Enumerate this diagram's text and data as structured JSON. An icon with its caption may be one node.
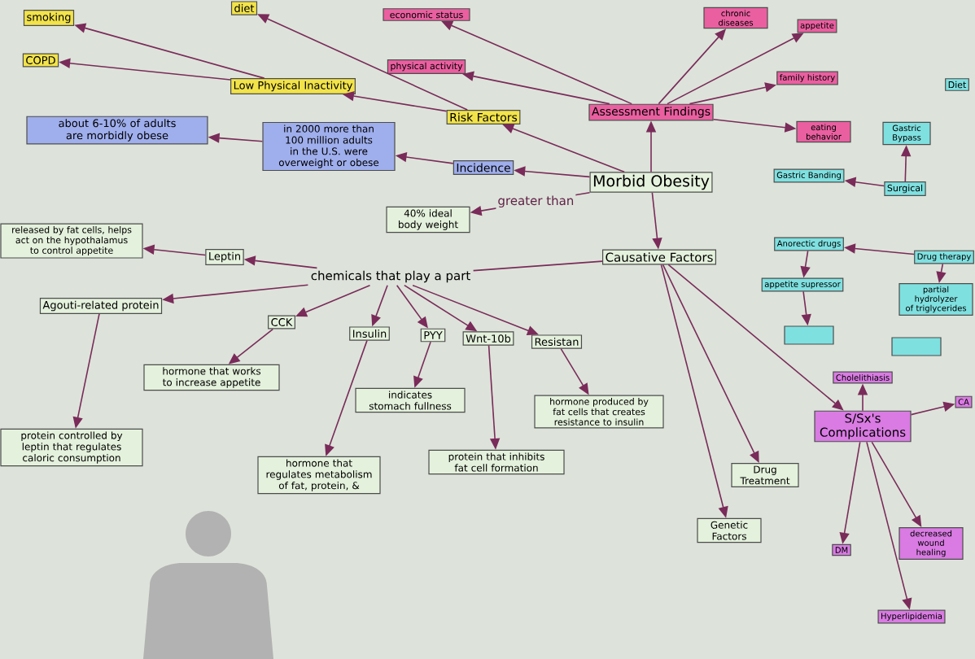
{
  "diagram": {
    "nodes": [
      {
        "text": [
          "smoking"
        ]
      },
      {
        "text": [
          "diet"
        ]
      },
      {
        "text": [
          "economic status"
        ]
      },
      {
        "text": [
          "chronic diseases"
        ]
      },
      {
        "text": [
          "appetite"
        ]
      },
      {
        "text": [
          "physical activity"
        ]
      },
      {
        "text": [
          "family history"
        ]
      },
      {
        "text": [
          "COPD"
        ]
      },
      {
        "text": [
          "Low Physical Inactivity"
        ]
      },
      {
        "text": [
          "Risk Factors"
        ]
      },
      {
        "text": [
          "Assessment Findings"
        ]
      },
      {
        "text": [
          "eating behavior"
        ]
      },
      {
        "text": [
          "about 6-10% of adults are morbidly obese"
        ]
      },
      {
        "text": [
          "in 2000 more than 100 million adults in the U.S. were overweight or obese"
        ]
      },
      {
        "text": [
          "Incidence"
        ]
      },
      {
        "text": [
          "Morbid Obesity"
        ]
      },
      {
        "text": [
          "Gastric Bypass"
        ]
      },
      {
        "text": [
          "Gastric Banding"
        ]
      },
      {
        "text": [
          "Surgical"
        ]
      },
      {
        "text": [
          "Diet"
        ]
      },
      {
        "text": [
          "40% ideal body weight"
        ]
      },
      {
        "text": [
          "Causative Factors"
        ]
      },
      {
        "text": [
          "Anorectic drugs"
        ]
      },
      {
        "text": [
          "Drug therapy"
        ]
      },
      {
        "text": [
          "appetite supressor"
        ]
      },
      {
        "text": [
          "partial hydrolyzer of triglycerides"
        ]
      },
      {
        "text": [
          "released by fat cells, helps act on the hypothalamus to control appetite"
        ]
      },
      {
        "text": [
          "Leptin"
        ]
      },
      {
        "text": [
          "chemicals that play a part"
        ]
      },
      {
        "text": [
          "Agouti-related protein"
        ]
      },
      {
        "text": [
          "CCK"
        ]
      },
      {
        "text": [
          "Insulin"
        ]
      },
      {
        "text": [
          "PYY"
        ]
      },
      {
        "text": [
          "Wnt-10b"
        ]
      },
      {
        "text": [
          "Resistan"
        ]
      },
      {
        "text": [],
        "shape": "box"
      },
      {
        "text": [],
        "shape": "box"
      },
      {
        "text": [
          "Cholelithiasis"
        ]
      },
      {
        "text": [
          "hormone that works to increase appetite"
        ]
      },
      {
        "text": [
          "indicates stomach fullness"
        ]
      },
      {
        "text": [
          "hormone produced by fat cells that creates resistance to insulin"
        ]
      },
      {
        "text": [
          "S/Sx's Complications"
        ]
      },
      {
        "text": [
          "CA"
        ]
      },
      {
        "text": [
          "protein controlled by leptin that regulates caloric consumption"
        ]
      },
      {
        "text": [
          "hormone that regulates metabolism of fat, protein, &"
        ]
      },
      {
        "text": [
          "protein that inhibits fat cell formation"
        ]
      },
      {
        "text": [
          "Drug Treatment"
        ]
      },
      {
        "text": [
          "Genetic Factors"
        ]
      },
      {
        "text": [
          "DM"
        ]
      },
      {
        "text": [
          "decreased wound healing"
        ]
      },
      {
        "text": [
          "Hyperlipidemia"
        ]
      }
    ],
    "edges": [
      {
        "from": 8,
        "to": 0,
        "arrow": "to"
      },
      {
        "from": 8,
        "to": 7,
        "arrow": "to"
      },
      {
        "from": 9,
        "to": 1,
        "arrow": "to"
      },
      {
        "from": 9,
        "to": 8,
        "arrow": "to"
      },
      {
        "from": 10,
        "to": 5,
        "arrow": "to"
      },
      {
        "from": 10,
        "to": 2,
        "arrow": "to"
      },
      {
        "from": 10,
        "to": 3,
        "arrow": "to"
      },
      {
        "from": 10,
        "to": 4,
        "arrow": "to"
      },
      {
        "from": 10,
        "to": 6,
        "arrow": "to"
      },
      {
        "from": 10,
        "to": 11,
        "arrow": "to"
      },
      {
        "from": 15,
        "to": 9,
        "arrow": "to"
      },
      {
        "from": 15,
        "to": 14,
        "arrow": "to"
      },
      {
        "from": 15,
        "to": 10,
        "arrow": "to"
      },
      {
        "from": 15,
        "to": 20,
        "arrow": "to",
        "label": "greater than"
      },
      {
        "from": 15,
        "to": 21,
        "arrow": "to"
      },
      {
        "from": 14,
        "to": 13,
        "arrow": "to"
      },
      {
        "from": 13,
        "to": 12,
        "arrow": "to"
      },
      {
        "from": 18,
        "to": 17,
        "arrow": "to"
      },
      {
        "from": 18,
        "to": 16,
        "arrow": "to"
      },
      {
        "from": 21,
        "to": 28,
        "arrow": "none"
      },
      {
        "from": 28,
        "to": 27,
        "arrow": "to"
      },
      {
        "from": 28,
        "to": 29,
        "arrow": "to"
      },
      {
        "from": 28,
        "to": 30,
        "arrow": "to"
      },
      {
        "from": 28,
        "to": 31,
        "arrow": "to"
      },
      {
        "from": 28,
        "to": 32,
        "arrow": "to"
      },
      {
        "from": 28,
        "to": 33,
        "arrow": "to"
      },
      {
        "from": 28,
        "to": 34,
        "arrow": "to"
      },
      {
        "from": 27,
        "to": 26,
        "arrow": "to"
      },
      {
        "from": 29,
        "to": 43,
        "arrow": "to"
      },
      {
        "from": 30,
        "to": 38,
        "arrow": "to"
      },
      {
        "from": 31,
        "to": 44,
        "arrow": "to"
      },
      {
        "from": 32,
        "to": 39,
        "arrow": "to"
      },
      {
        "from": 33,
        "to": 45,
        "arrow": "to"
      },
      {
        "from": 34,
        "to": 40,
        "arrow": "to"
      },
      {
        "from": 23,
        "to": 22,
        "arrow": "to"
      },
      {
        "from": 23,
        "to": 25,
        "arrow": "to"
      },
      {
        "from": 22,
        "to": 24,
        "arrow": "to"
      },
      {
        "from": 24,
        "to": 35,
        "arrow": "to"
      },
      {
        "from": 21,
        "to": 41,
        "arrow": "to"
      },
      {
        "from": 21,
        "to": 47,
        "arrow": "to"
      },
      {
        "from": 21,
        "to": 46,
        "arrow": "to"
      },
      {
        "from": 41,
        "to": 37,
        "arrow": "to"
      },
      {
        "from": 41,
        "to": 42,
        "arrow": "to"
      },
      {
        "from": 41,
        "to": 48,
        "arrow": "to"
      },
      {
        "from": 41,
        "to": 49,
        "arrow": "to"
      },
      {
        "from": 41,
        "to": 50,
        "arrow": "to"
      }
    ]
  }
}
